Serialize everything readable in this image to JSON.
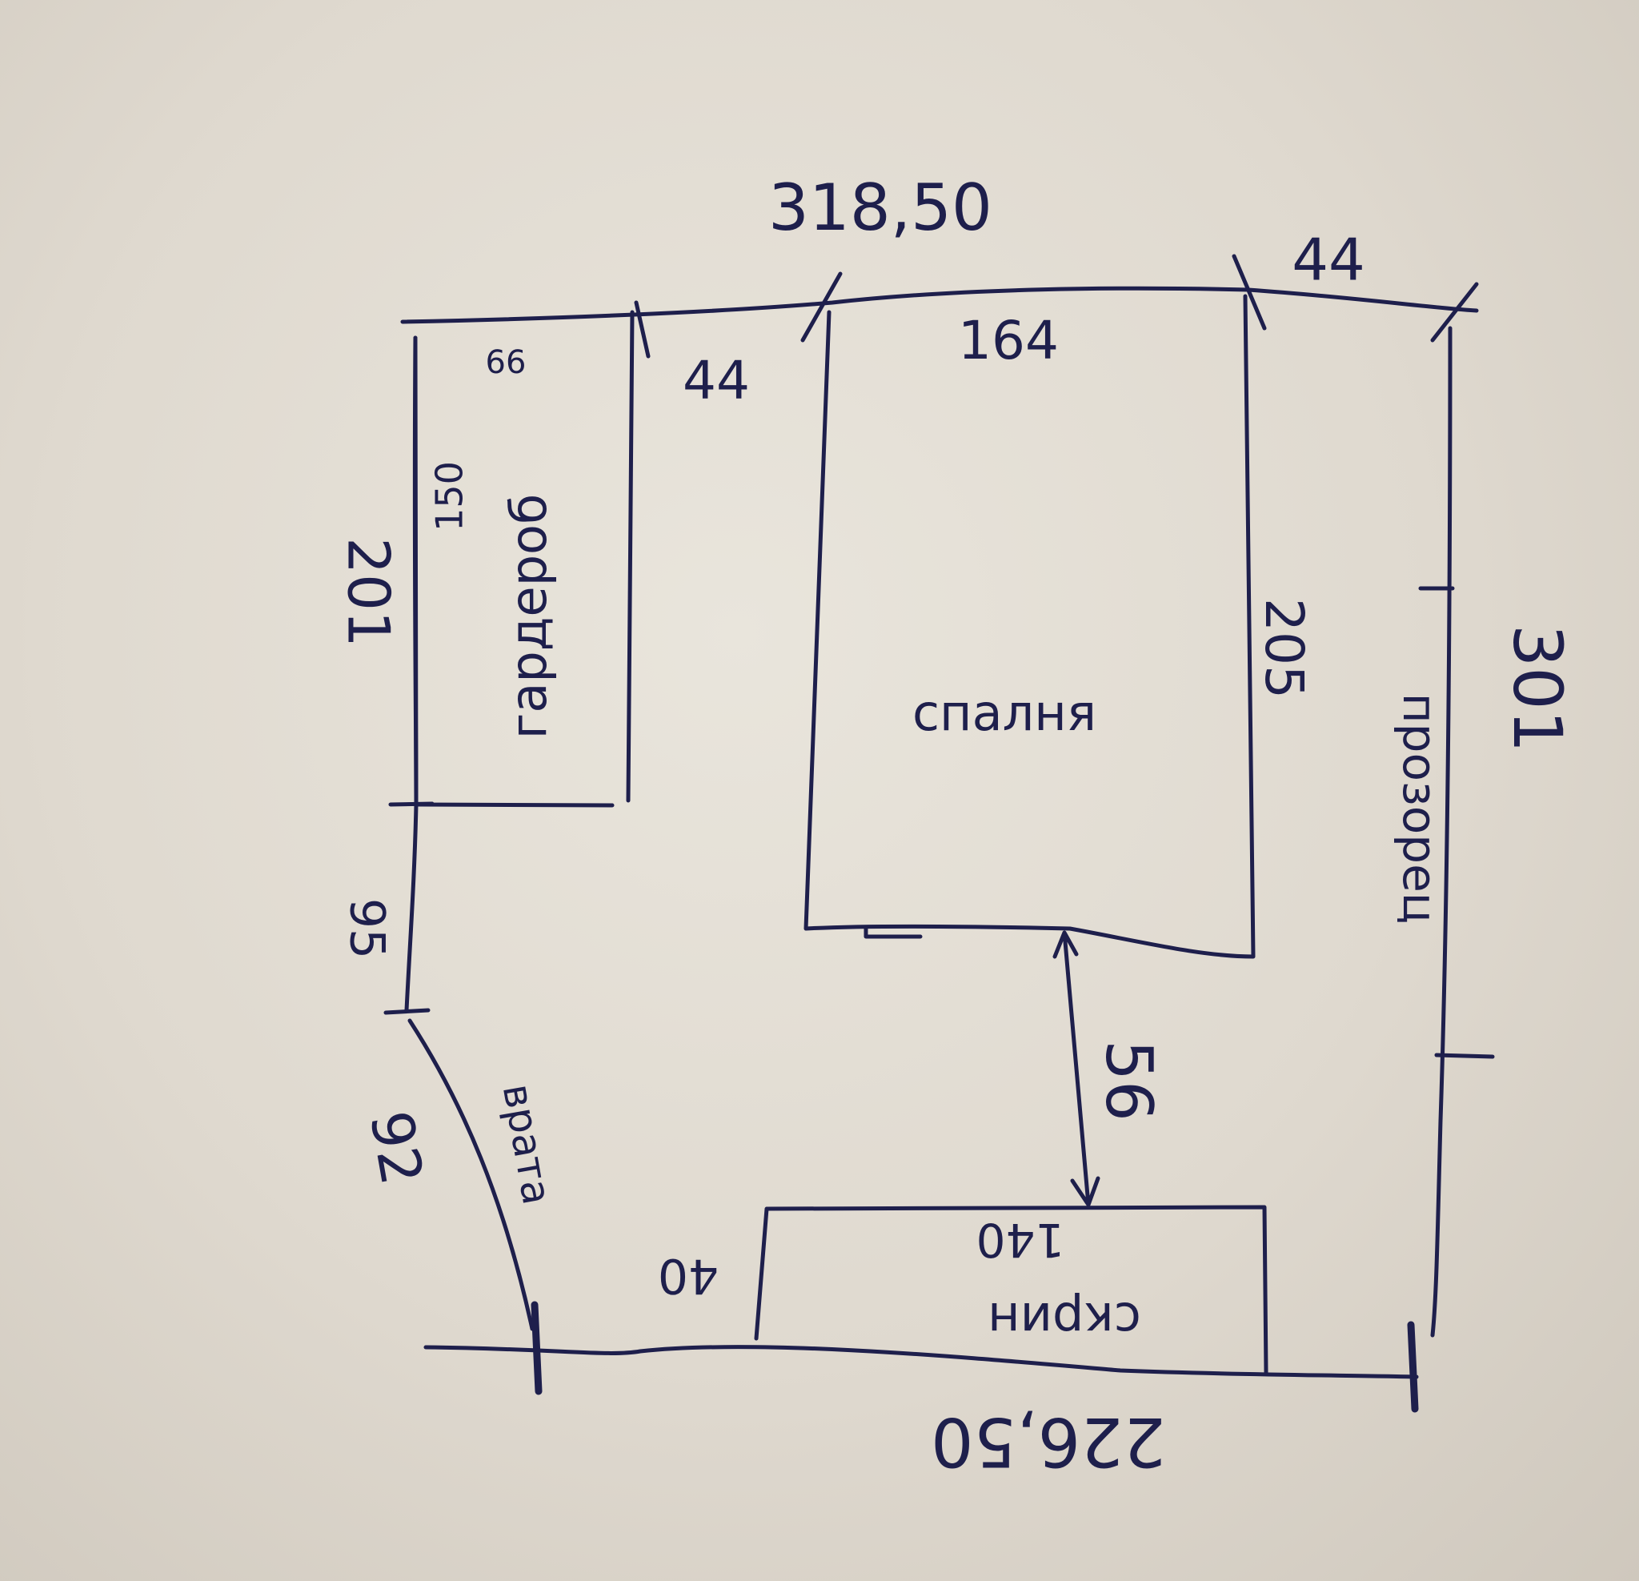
{
  "sketch": {
    "ink_color": "#1e1f4c",
    "paper_color": "#e6e1d8",
    "dimensions": {
      "top_wall": "318,50",
      "top_right_segment": "44",
      "gap_wardrobe_bed": "44",
      "bed_width": "164",
      "wardrobe_depth": "66",
      "wardrobe_length": "150",
      "left_wall_upper": "201",
      "bed_length": "205",
      "right_wall": "301",
      "left_wall_lower": "95",
      "door_width": "92",
      "bed_to_chest": "56",
      "chest_depth": "40",
      "bottom_wall": "226,50"
    },
    "labels": {
      "wardrobe": "гардероб",
      "bed": "спалня",
      "window": "прозорец",
      "door": "врата",
      "chest": "скрин",
      "chest_width": "140"
    }
  }
}
